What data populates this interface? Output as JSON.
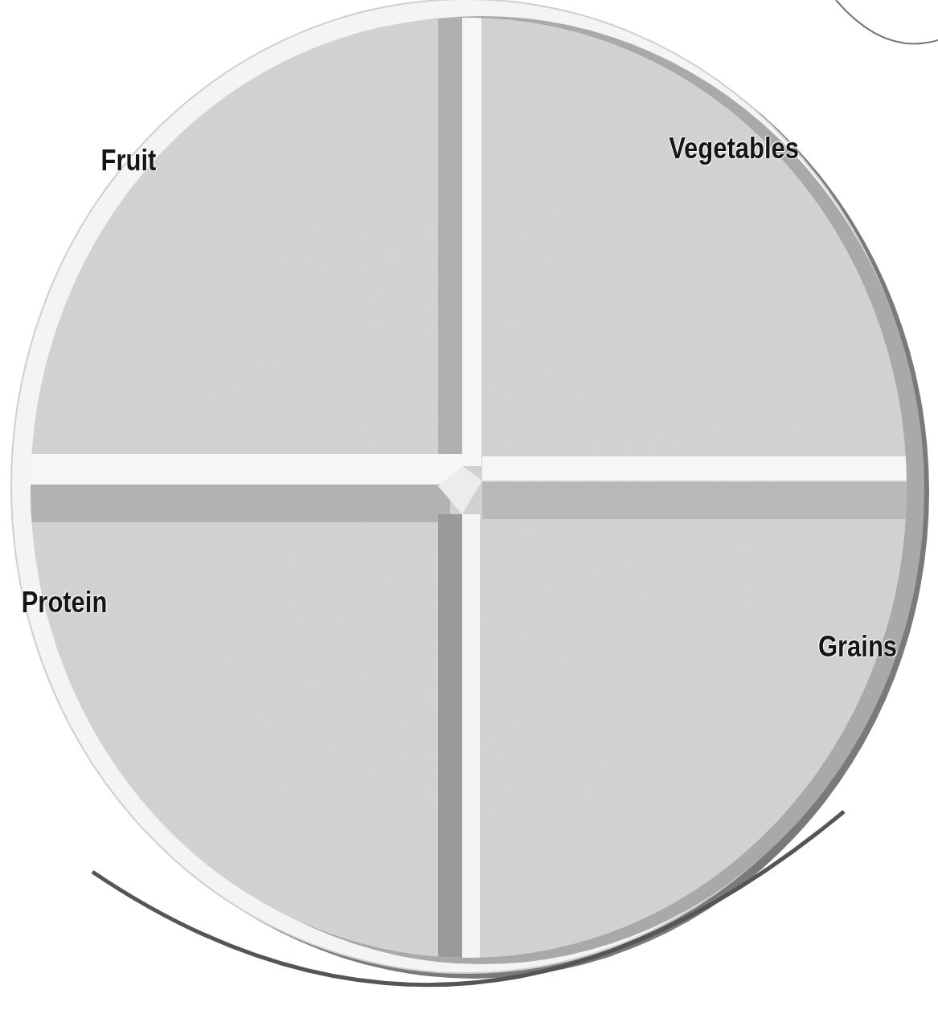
{
  "diagram": {
    "nodes": [
      {
        "text": [
          "Fruit"
        ]
      },
      {
        "text": [
          "Vegetables"
        ]
      },
      {
        "text": [
          "Protein"
        ]
      },
      {
        "text": [
          "Grains"
        ]
      }
    ]
  }
}
